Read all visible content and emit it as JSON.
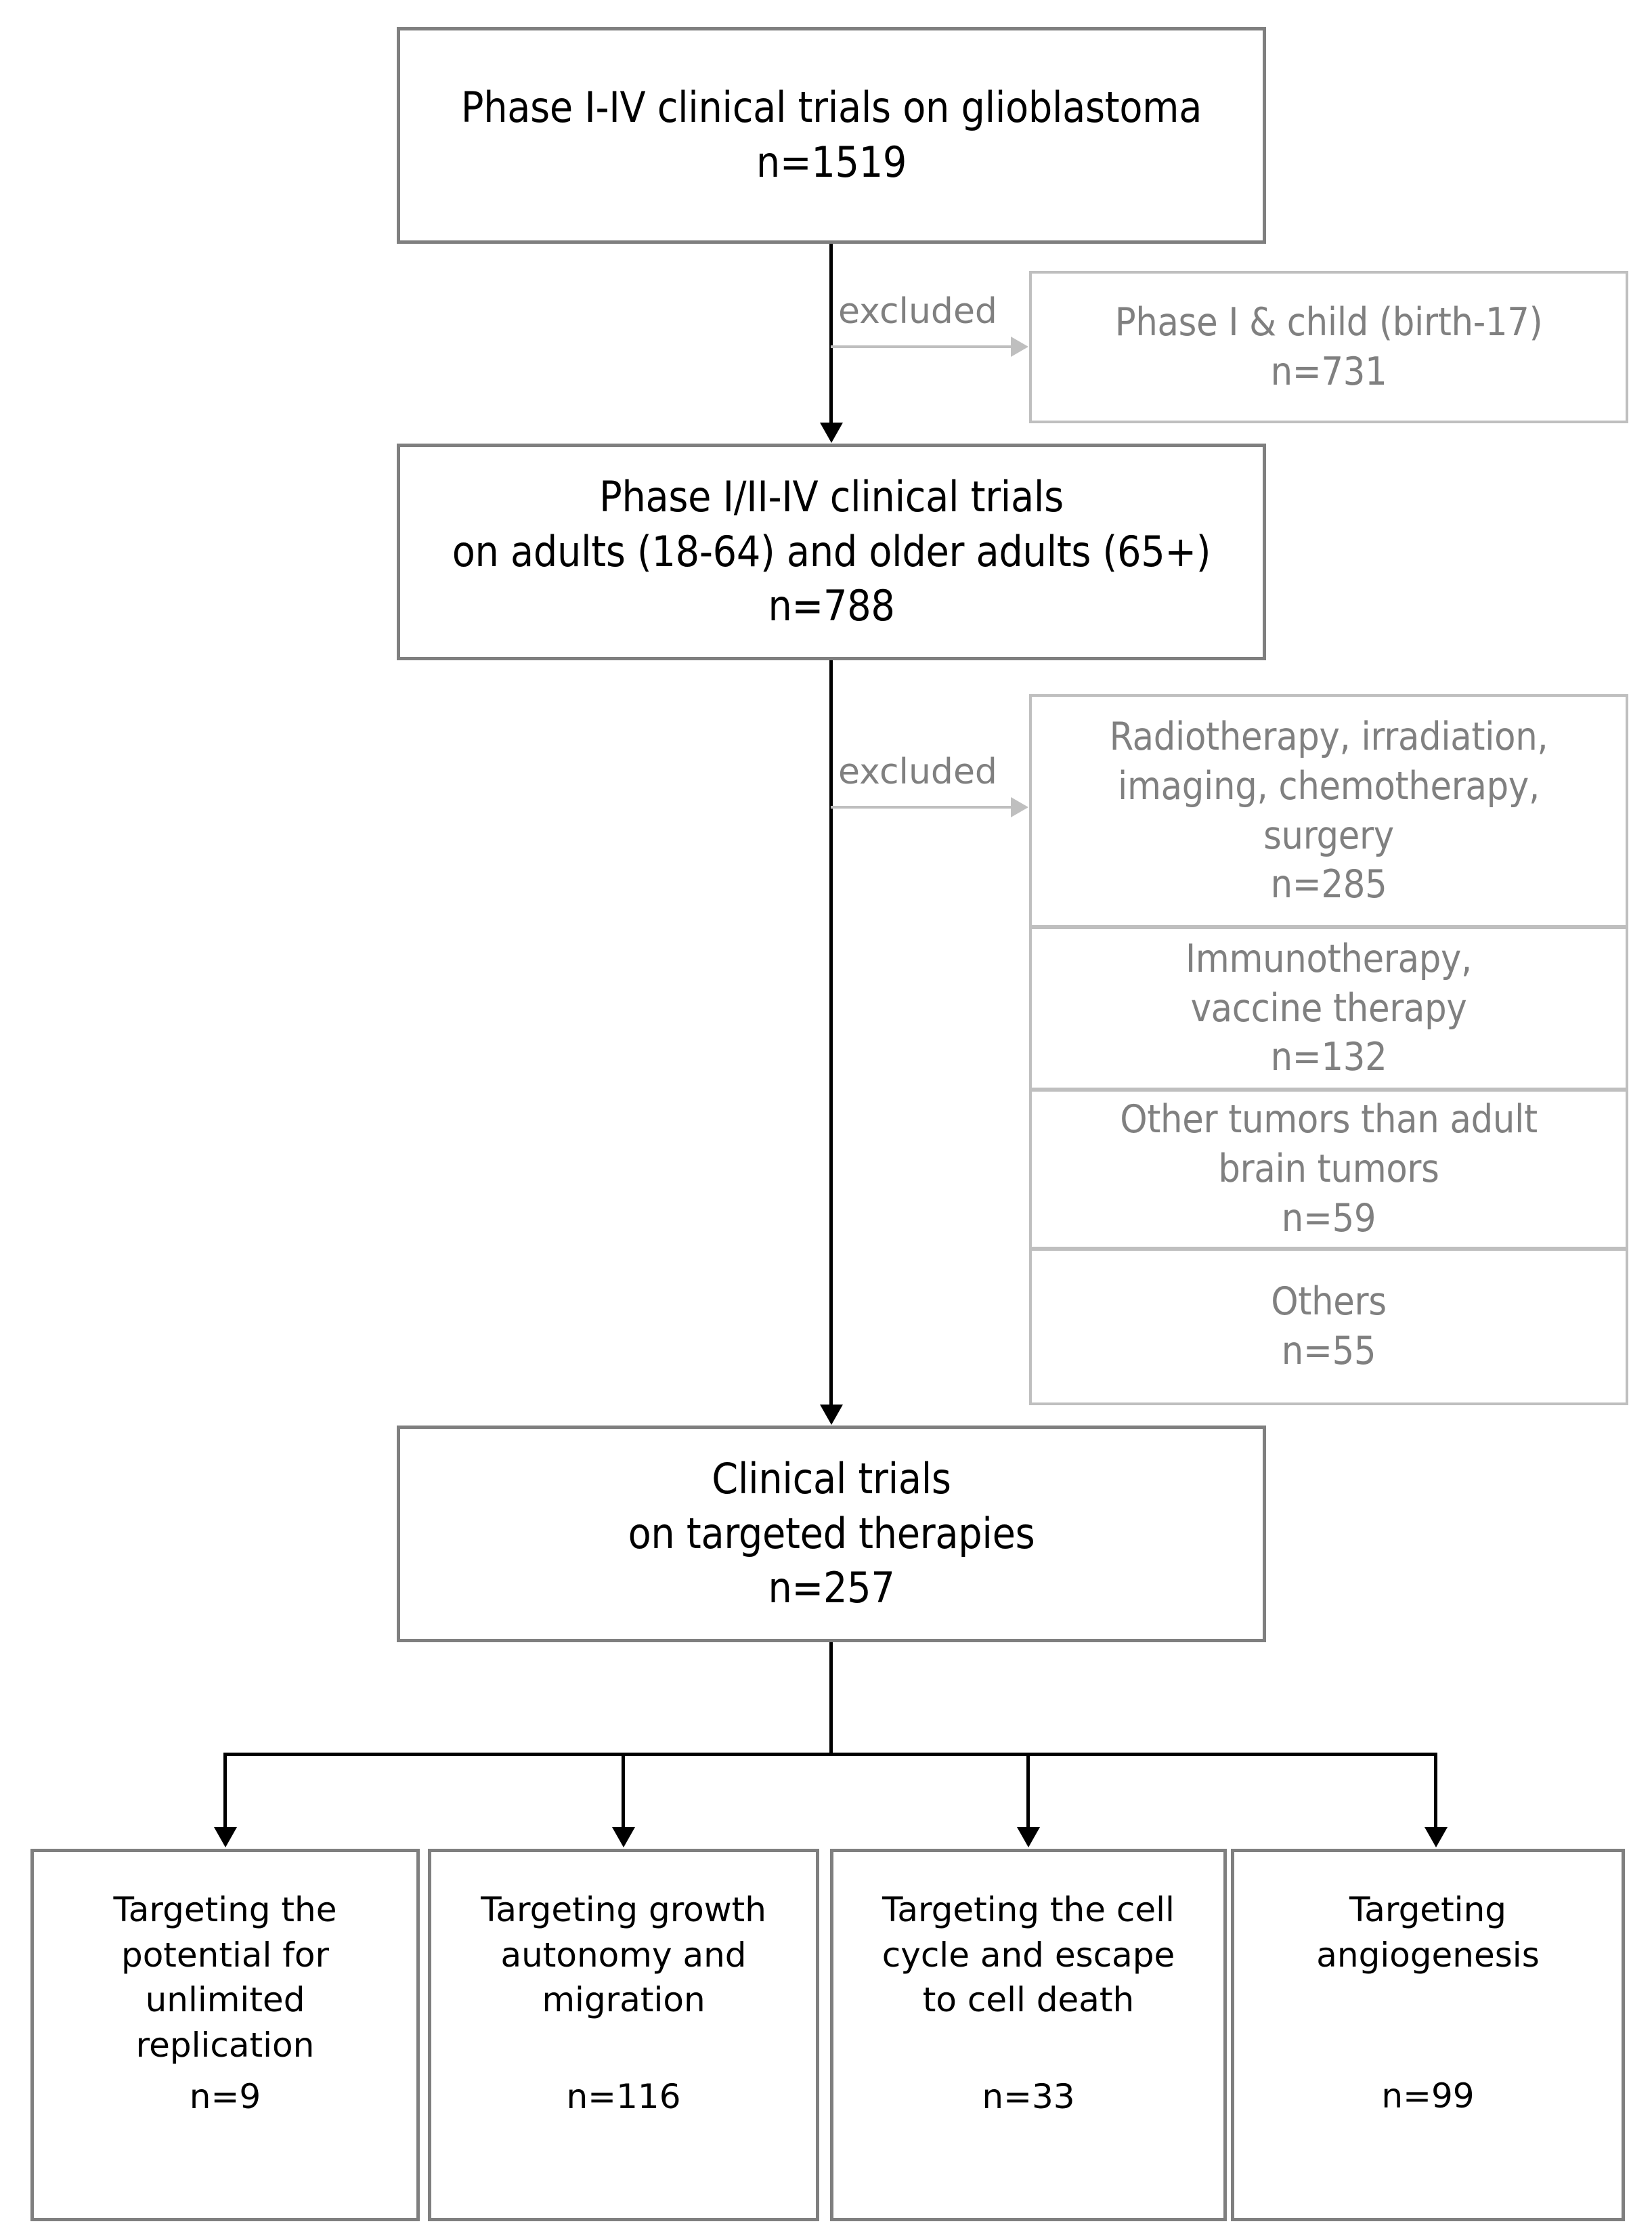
{
  "flow": {
    "main_nodes": [
      {
        "id": "all-trials",
        "lines": [
          "Phase I-IV clinical trials on glioblastoma"
        ],
        "count": "n=1519"
      },
      {
        "id": "adult-trials",
        "lines": [
          "Phase I/II-IV clinical trials",
          "on adults (18-64) and older adults (65+)"
        ],
        "count": "n=788"
      },
      {
        "id": "targeted-trials",
        "lines": [
          "Clinical trials",
          "on targeted therapies"
        ],
        "count": "n=257"
      }
    ],
    "exclusion_label_1": "excluded",
    "exclusion_label_2": "excluded",
    "exclusions_stage_1": [
      {
        "lines": [
          "Phase I & child (birth-17)"
        ],
        "count": "n=731"
      }
    ],
    "exclusions_stage_2": [
      {
        "lines": [
          "Radiotherapy, irradiation,",
          "imaging, chemotherapy,",
          "surgery"
        ],
        "count": "n=285"
      },
      {
        "lines": [
          "Immunotherapy,",
          "vaccine therapy"
        ],
        "count": "n=132"
      },
      {
        "lines": [
          "Other tumors than adult",
          "brain tumors"
        ],
        "count": "n=59"
      },
      {
        "lines": [
          "Others"
        ],
        "count": "n=55"
      }
    ],
    "categories": [
      {
        "id": "unlimited-replication",
        "lines": [
          "Targeting the",
          "potential for",
          "unlimited",
          "replication"
        ],
        "count": "n=9"
      },
      {
        "id": "growth-autonomy",
        "lines": [
          "Targeting growth",
          "autonomy and",
          "migration"
        ],
        "count": "n=116"
      },
      {
        "id": "cell-cycle",
        "lines": [
          "Targeting the cell",
          "cycle and escape",
          "to cell death"
        ],
        "count": "n=33"
      },
      {
        "id": "angiogenesis",
        "lines": [
          "Targeting",
          "angiogenesis"
        ],
        "count": "n=99"
      }
    ]
  },
  "colors": {
    "main_border": "#7f7f7f",
    "exclusion_border": "#bfbfbf",
    "exclusion_text": "#808080",
    "connector": "#000000",
    "background": "#ffffff"
  }
}
